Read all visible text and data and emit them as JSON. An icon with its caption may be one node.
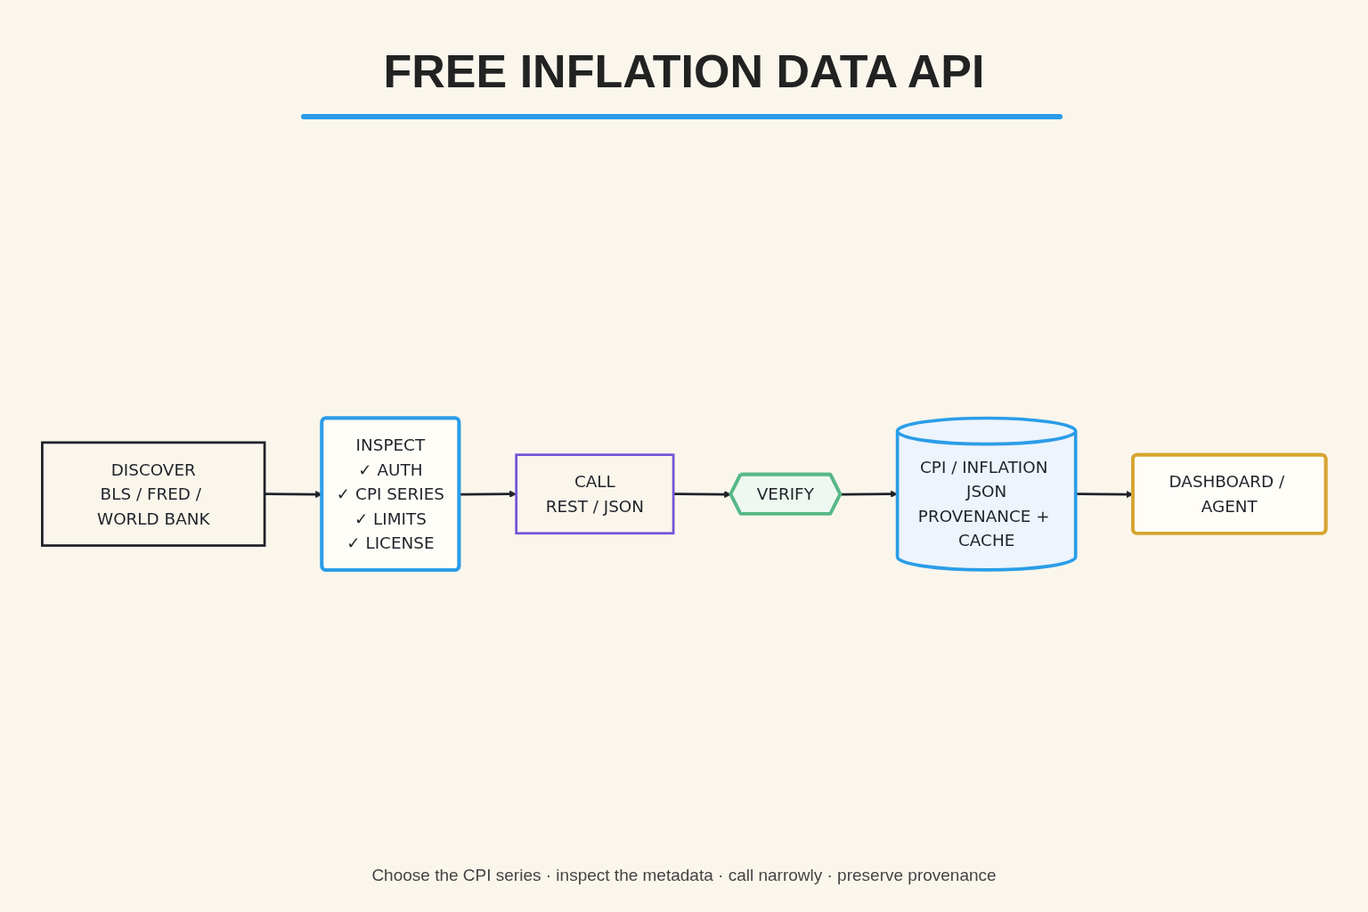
{
  "diagram": {
    "title": "FREE INFLATION DATA API",
    "caption": "Choose the CPI series · inspect the metadata · call narrowly · preserve provenance",
    "nodes": [
      {
        "text": [
          "DISCOVER",
          "BLS / FRED / WORLD BANK"
        ]
      },
      {
        "text": [
          "INSPECT",
          "✓ AUTH",
          "✓ CPI SERIES",
          "✓ LIMITS",
          "✓ LICENSE"
        ]
      },
      {
        "text": [
          "CALL",
          "REST / JSON"
        ]
      },
      {
        "text": [
          "VERIFY"
        ]
      },
      {
        "text": [
          "CPI / INFLATION JSON",
          "PROVENANCE + CACHE"
        ]
      },
      {
        "text": [
          "DASHBOARD / AGENT"
        ]
      }
    ],
    "edges": [
      {
        "from": 0,
        "to": 1,
        "arrow": "to"
      },
      {
        "from": 1,
        "to": 2,
        "arrow": "to"
      },
      {
        "from": 2,
        "to": 3,
        "arrow": "to"
      },
      {
        "from": 3,
        "to": 4,
        "arrow": "to"
      },
      {
        "from": 4,
        "to": 5,
        "arrow": "to"
      }
    ]
  }
}
